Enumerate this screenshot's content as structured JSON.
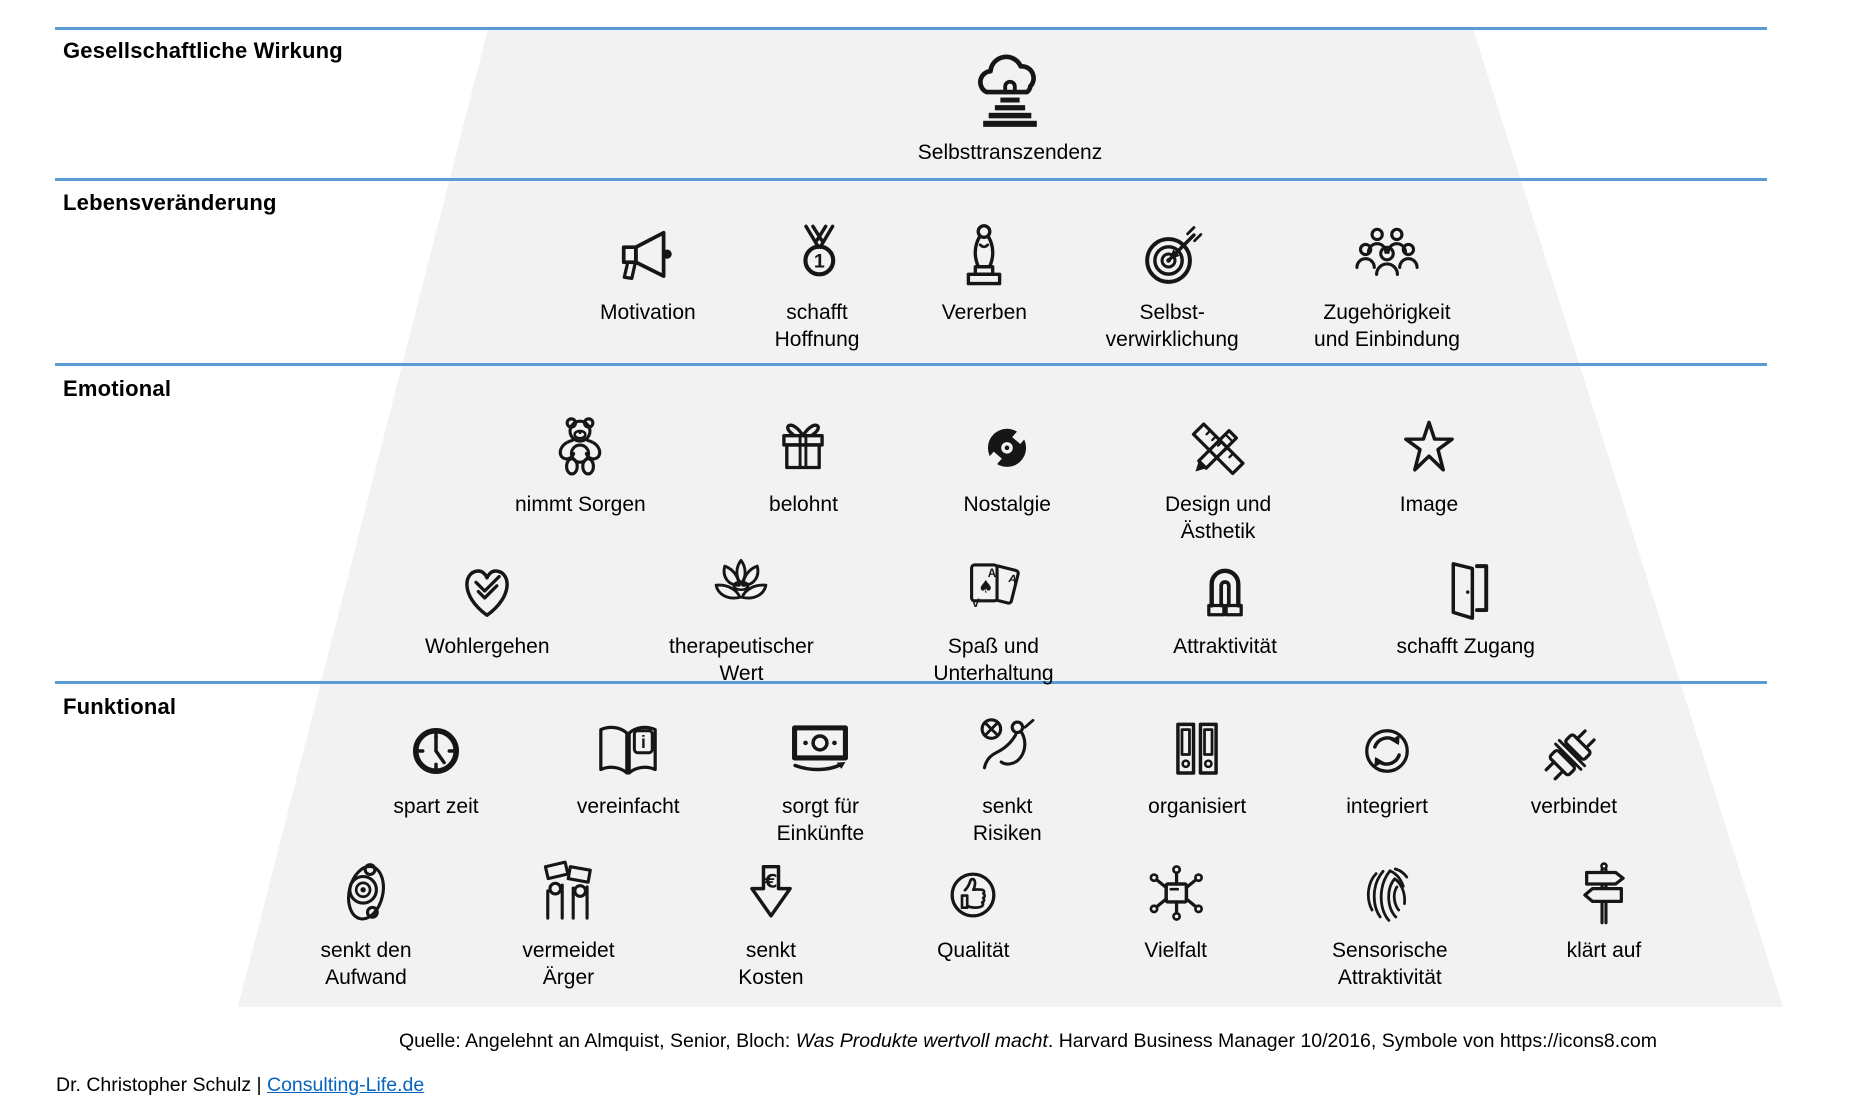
{
  "pyramid": {
    "levels": [
      {
        "label": "Gesellschaftliche Wirkung",
        "rows": [
          [
            {
              "label": "Selbsttranszendenz",
              "icon": "cloud-stairs-icon"
            }
          ]
        ]
      },
      {
        "label": "Lebensveränderung",
        "rows": [
          [
            {
              "label": "Motivation",
              "icon": "megaphone-icon"
            },
            {
              "label": "schafft\nHoffnung",
              "icon": "medal-icon"
            },
            {
              "label": "Vererben",
              "icon": "statuette-icon"
            },
            {
              "label": "Selbst-\nverwirklichung",
              "icon": "target-arrow-icon"
            },
            {
              "label": "Zugehörigkeit\nund Einbindung",
              "icon": "people-group-icon"
            }
          ]
        ]
      },
      {
        "label": "Emotional",
        "rows": [
          [
            {
              "label": "nimmt Sorgen",
              "icon": "teddy-bear-icon"
            },
            {
              "label": "belohnt",
              "icon": "gift-icon"
            },
            {
              "label": "Nostalgie",
              "icon": "vinyl-record-icon"
            },
            {
              "label": "Design und\nÄsthetik",
              "icon": "ruler-pencil-icon"
            },
            {
              "label": "Image",
              "icon": "star-icon"
            }
          ],
          [
            {
              "label": "Wohlergehen",
              "icon": "heart-check-icon"
            },
            {
              "label": "therapeutischer\nWert",
              "icon": "lotus-icon"
            },
            {
              "label": "Spaß und\nUnterhaltung",
              "icon": "playing-cards-icon"
            },
            {
              "label": "Attraktivität",
              "icon": "magnet-icon"
            },
            {
              "label": "schafft Zugang",
              "icon": "open-door-icon"
            }
          ]
        ]
      },
      {
        "label": "Funktional",
        "rows": [
          [
            {
              "label": "spart zeit",
              "icon": "clock-icon"
            },
            {
              "label": "vereinfacht",
              "icon": "book-info-icon"
            },
            {
              "label": "sorgt für\nEinkünfte",
              "icon": "banknote-icon"
            },
            {
              "label": "senkt\nRisiken",
              "icon": "airbag-icon"
            },
            {
              "label": "organisiert",
              "icon": "binders-icon"
            },
            {
              "label": "integriert",
              "icon": "sync-icon"
            },
            {
              "label": "verbindet",
              "icon": "plug-icon"
            }
          ],
          [
            {
              "label": "senkt den\nAufwand",
              "icon": "pulley-icon"
            },
            {
              "label": "vermeidet\nÄrger",
              "icon": "protest-icon"
            },
            {
              "label": "senkt\nKosten",
              "icon": "euro-down-arrow-icon"
            },
            {
              "label": "Qualität",
              "icon": "thumbs-up-icon"
            },
            {
              "label": "Vielfalt",
              "icon": "network-hub-icon"
            },
            {
              "label": "Sensorische\nAttraktivität",
              "icon": "fingerprint-icon"
            },
            {
              "label": "klärt auf",
              "icon": "signpost-icon"
            }
          ]
        ]
      }
    ]
  },
  "source": {
    "prefix": "Quelle: Angelehnt an Almquist, Senior, Bloch: ",
    "work_title": "Was Produkte wertvoll macht",
    "suffix": ". Harvard Business Manager 10/2016, Symbole von https://icons8.com"
  },
  "footer": {
    "author": "Dr. Christopher Schulz",
    "separator": "|",
    "link_label": "Consulting-Life.de"
  },
  "colors": {
    "divider_blue": "#5B9BD5",
    "pyramid_fill": "#F2F2F2",
    "icon_black": "#161616",
    "link_blue": "#0563C1",
    "text": "#000000"
  }
}
